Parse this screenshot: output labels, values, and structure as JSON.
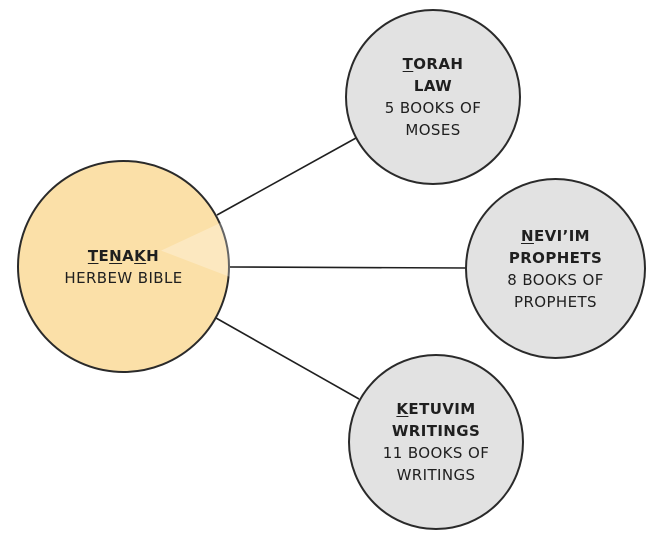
{
  "diagram": {
    "background_color": "#ffffff",
    "line_color": "#1f1f1f",
    "border_color": "#2a2a2a",
    "center_node": {
      "fill": "#fbe0a8",
      "title": "TENAKH",
      "title_segments": [
        {
          "t": "T",
          "u": true
        },
        {
          "t": "E",
          "u": false
        },
        {
          "t": "N",
          "u": true
        },
        {
          "t": "A",
          "u": false
        },
        {
          "t": "K",
          "u": true
        },
        {
          "t": "H",
          "u": false
        }
      ],
      "subtitle": "HERBEW BIBLE"
    },
    "nodes": [
      {
        "id": "torah",
        "fill": "#e2e2e2",
        "title": "TORAH",
        "title_segments": [
          {
            "t": "T",
            "u": true
          },
          {
            "t": "ORAH",
            "u": false
          }
        ],
        "subtitle": "LAW",
        "detail": [
          "5 BOOKS OF",
          "MOSES"
        ]
      },
      {
        "id": "neviim",
        "fill": "#e2e2e2",
        "title": "NEVI’IM",
        "title_segments": [
          {
            "t": "N",
            "u": true
          },
          {
            "t": "EVI’IM",
            "u": false
          }
        ],
        "subtitle": "PROPHETS",
        "detail": [
          "8 BOOKS OF",
          "PROPHETS"
        ]
      },
      {
        "id": "ketuvim",
        "fill": "#e2e2e2",
        "title": "KETUVIM",
        "title_segments": [
          {
            "t": "K",
            "u": true
          },
          {
            "t": "ETUVIM",
            "u": false
          }
        ],
        "subtitle": "WRITINGS",
        "detail": [
          "11 BOOKS OF",
          "WRITINGS"
        ]
      }
    ]
  }
}
